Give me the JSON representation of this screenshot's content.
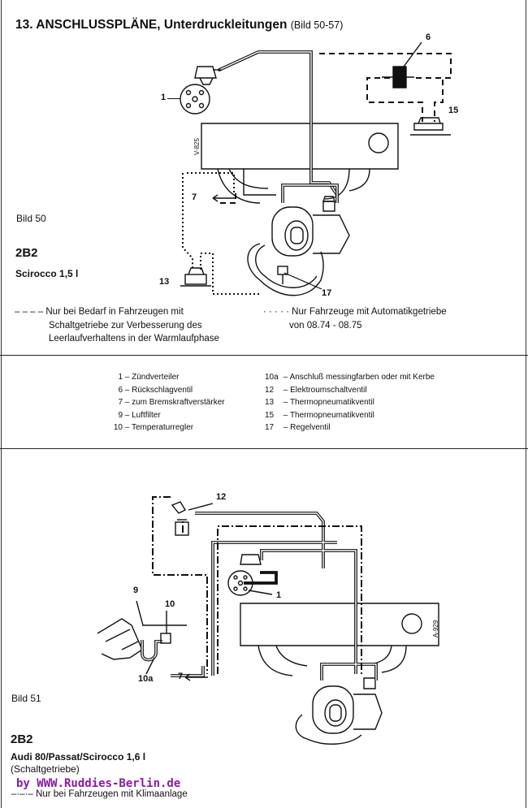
{
  "header": {
    "title": "13. ANSCHLUSSPLÄNE, Unterdruckleitungen",
    "subtitle": "(Bild 50-57)"
  },
  "figure1": {
    "bild_label": "Bild 50",
    "engine_code": "2B2",
    "model": "Scirocco 1,5 l",
    "stamp": "V-825",
    "callouts": {
      "c1": "1",
      "c6": "6",
      "c15": "15",
      "c7": "7",
      "c13": "13",
      "c17": "17"
    },
    "note_dashed": {
      "marker": "– – – –",
      "lines": [
        "Nur bei Bedarf in Fahrzeugen mit",
        "Schaltgetriebe zur Verbesserung des",
        "Leerlaufverhaltens in der Warmlaufphase"
      ]
    },
    "note_dotted": {
      "marker": "· · · · ·",
      "lines": [
        "Nur Fahrzeuge mit Automatikgetriebe",
        "von 08.74 - 08.75"
      ]
    }
  },
  "legend": {
    "left": [
      {
        "num": "1",
        "text": "– Zündverteiler"
      },
      {
        "num": "6",
        "text": "– Rückschlagventil"
      },
      {
        "num": "7",
        "text": "– zum Bremskraftverstärker"
      },
      {
        "num": "9",
        "text": "– Luftfilter"
      },
      {
        "num": "10",
        "text": "– Temperaturregler"
      }
    ],
    "right": [
      {
        "num": "10a",
        "text": "– Anschluß messingfarben oder mit Kerbe"
      },
      {
        "num": "12",
        "text": "– Elektroumschaltventil"
      },
      {
        "num": "13",
        "text": "– Thermopneumatikventil"
      },
      {
        "num": "15",
        "text": "– Thermopneumatikventil"
      },
      {
        "num": "17",
        "text": "– Regelventil"
      }
    ]
  },
  "figure2": {
    "bild_label": "Bild 51",
    "engine_code": "2B2",
    "model": "Audi 80/Passat/Scirocco 1,6 l",
    "gearbox": "(Schaltgetriebe)",
    "stamp": "A-929",
    "callouts": {
      "c12": "12",
      "c9": "9",
      "c10": "10",
      "c1": "1",
      "c10a": "10a",
      "c7": "7"
    },
    "note_dashdot": {
      "marker": "–·–·–",
      "text": "Nur bei Fahrzeugen mit Klimaanlage"
    }
  },
  "watermark": "by  WWW.Ruddies-Berlin.de"
}
